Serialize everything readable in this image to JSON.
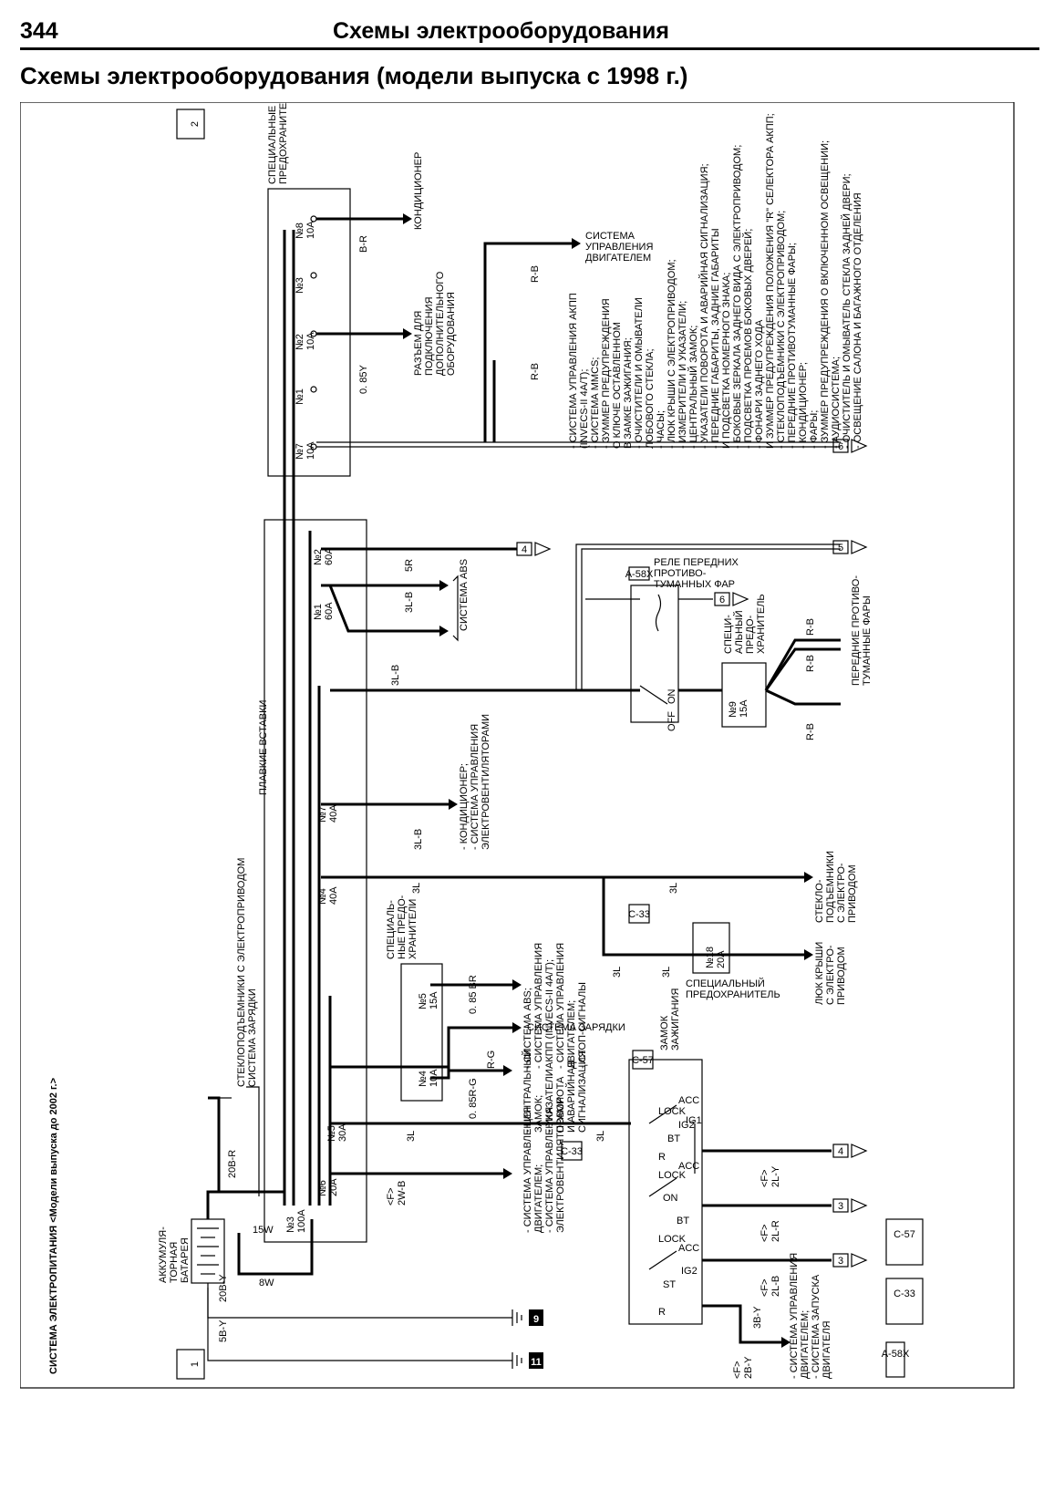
{
  "header": {
    "page_number": "344",
    "running_title": "Схемы электрооборудования"
  },
  "section_title": "Схемы электрооборудования (модели выпуска с 1998 г.)",
  "diagram": {
    "page_marker": "2",
    "start_marker": "1",
    "system_title": "СИСТЕМА ЭЛЕКТРОПИТАНИЯ <Модели выпуска до 2002 г.>",
    "battery_label": [
      "АККУМУЛЯ-",
      "ТОРНАЯ",
      "БАТАРЕЯ"
    ],
    "fusible_links_label": "ПЛАВКИЕ ВСТАВКИ",
    "special_fuses_top_label": [
      "СПЕЦИАЛЬНЫЕ",
      "ПРЕДОХРАНИТЕЛИ"
    ],
    "special_fuses_mid_label": [
      "СПЕЦИАЛЬ-",
      "НЫЕ ПРЕДО-",
      "ХРАНИТЕЛИ"
    ],
    "fog_fuse_label": [
      "СПЕЦИ-",
      "АЛЬНЫЙ",
      "ПРЕДО-",
      "ХРАНИТЕЛЬ"
    ],
    "fuse18_label": [
      "СПЕЦИАЛЬНЫЙ",
      "ПРЕДОХРАНИТЕЛЬ"
    ],
    "ignition_label": [
      "ЗАМОК",
      "ЗАЖИГАНИЯ"
    ],
    "fog_relay_label": [
      "РЕЛЕ ПЕРЕДНИХ",
      "ПРОТИВО-",
      "ТУМАННЫХ ФАР"
    ],
    "top_fuses": [
      {
        "num": "№8",
        "rating": "10A"
      },
      {
        "num": "№3",
        "rating": ""
      },
      {
        "num": "№2",
        "rating": "10A"
      },
      {
        "num": "№1",
        "rating": ""
      },
      {
        "num": "№7",
        "rating": "10A"
      }
    ],
    "links": [
      {
        "num": "№2",
        "rating": "60A"
      },
      {
        "num": "№1",
        "rating": "60A"
      },
      {
        "num": "№7",
        "rating": "40A"
      },
      {
        "num": "№4",
        "rating": "40A"
      },
      {
        "num": "№5",
        "rating": "30A"
      },
      {
        "num": "№6",
        "rating": "20A"
      },
      {
        "num": "№3",
        "rating": "100A"
      }
    ],
    "mid_fuses": [
      {
        "num": "№5",
        "rating": "15A"
      },
      {
        "num": "№4",
        "rating": "10A"
      }
    ],
    "fuse9": {
      "num": "№9",
      "rating": "15A"
    },
    "fuse18": {
      "num": "№18",
      "rating": "20A"
    },
    "wire_codes": [
      "B-R",
      "0. 85Y",
      "R-B",
      "R-B",
      "5R",
      "3L-B",
      "3L-B",
      "3L-B",
      "3L",
      "3L",
      "3L",
      "3L",
      "0. 85 BR",
      "R-G",
      "0. 85R-G",
      "3L",
      "3L",
      "2W-B",
      "20B-R",
      "15W",
      "8W",
      "5B-Y",
      "20B-Y",
      "3B-Y",
      "2B-Y",
      "2L-Y",
      "2L-R",
      "2L-B",
      "R-B",
      "R-B",
      "R-B"
    ],
    "wire_codes_named": {
      "ac": "B-R",
      "option": "0. 85Y",
      "engine_r": "R-B",
      "engine_l": "R-B",
      "link2": "5R",
      "abs_a": "3L-B",
      "abs_b": "3L-B",
      "link7": "3L-B",
      "link4": "3L",
      "win": "3L",
      "sun_a": "3L",
      "sun_b": "3L",
      "fuse5": "0. 85 BR",
      "charge": "R-G",
      "fuse4": "0. 85R-G",
      "ign_in_a": "3L",
      "ign_in_b": "3L",
      "link6": "2W-B",
      "battery_out": "20B-R",
      "link3_in": "15W",
      "battery_loop": "8W",
      "gnd_a": "5B-Y",
      "gnd_b": "20B-Y",
      "starter": "3B-Y",
      "starter_f": "2B-Y",
      "ig6": "2L-Y",
      "ig4": "2L-R",
      "ig2": "2L-B",
      "fog1": "R-B",
      "fog2": "R-B",
      "fog3": "R-B"
    },
    "harness_tag": "<F>",
    "connectors": [
      "A-58X",
      "C-33",
      "C-57"
    ],
    "ground_points": [
      "9",
      "11"
    ],
    "page_refs": [
      "4",
      "6",
      "5",
      "3"
    ],
    "switch_labels": [
      "LOCK",
      "ACC",
      "IG1",
      "IG2",
      "BT",
      "R",
      "ON",
      "OFF",
      "ST"
    ],
    "destinations": {
      "ac": "КОНДИЦИОНЕР",
      "option": [
        "РАЗЪЕМ ДЛЯ",
        "ПОДКЛЮЧЕНИЯ",
        "ДОПОЛНИТЕЛЬНОГО",
        "ОБОРУДОВАНИЯ"
      ],
      "engine": [
        "СИСТЕМА",
        "УПРАВЛЕНИЯ",
        "ДВИГАТЕЛЕМ"
      ],
      "fuse7_list": [
        "- СИСТЕМА УПРАВЛЕНИЯ АКПП",
        "(INVECS-II 4А/Т);",
        "- СИСТЕМА MMCS;",
        "- ЗУММЕР ПРЕДУПРЕЖДЕНИЯ",
        "О КЛЮЧЕ ОСТАВЛЕННОМ",
        "В ЗАМКЕ ЗАЖИГАНИЯ;",
        "- ОЧИСТИТЕЛИ И ОМЫВАТЕЛИ",
        "ЛОБОВОГО СТЕКЛА;",
        "- ЧАСЫ;",
        "- ЛЮК КРЫШИ С ЭЛЕКТРОПРИВОДОМ;",
        "- ИЗМЕРИТЕЛИ И УКАЗАТЕЛИ;",
        "- ЦЕНТРАЛЬНЫЙ ЗАМОК;",
        "- УКАЗАТЕЛИ ПОВОРОТА И АВАРИЙНАЯ СИГНАЛИЗАЦИЯ;",
        "- ПЕРЕДНИЕ ГАБАРИТЫ, ЗАДНИЕ ГАБАРИТЫ",
        "И ПОДСВЕТКА НОМЕРНОГО ЗНАКА;",
        "- БОКОВЫЕ ЗЕРКАЛА ЗАДНЕГО ВИДА С ЭЛЕКТРОПРИВОДОМ;",
        "- ПОДСВЕТКА ПРОЕМОВ БОКОВЫХ ДВЕРЕЙ;",
        "- ФОНАРИ ЗАДНЕГО ХОДА",
        "И ЗУММЕР ПРЕДУПРЕЖДЕНИЯ ПОЛОЖЕНИЯ \"R\" СЕЛЕКТОРА АКПП;",
        "- СТЕКЛОПОДЪЕМНИКИ С ЭЛЕКТРОПРИВОДОМ;",
        "- ПЕРЕДНИЕ ПРОТИВОТУМАННЫЕ ФАРЫ;",
        "- КОНДИЦИОНЕР;",
        "- ФАРЫ;",
        "- ЗУММЕР ПРЕДУПРЕЖДЕНИЯ О ВКЛЮЧЕННОМ ОСВЕЩЕНИИ;",
        "- АУДИОСИСТЕМА;",
        "- ОЧИСТИТЕЛЬ И ОМЫВАТЕЛЬ СТЕКЛА ЗАДНЕЙ ДВЕРИ;",
        "- ОСВЕЩЕНИЕ САЛОНА И БАГАЖНОГО ОТДЕЛЕНИЯ"
      ],
      "abs": "СИСТЕМА ABS",
      "fog_lamps": [
        "ПЕРЕДНИЕ ПРОТИВО-",
        "ТУМАННЫЕ ФАРЫ"
      ],
      "fan": [
        "- КОНДИЦИОНЕР;",
        "- СИСТЕМА УПРАВЛЕНИЯ",
        "ЭЛЕКТРОВЕНТИЛЯТОРАМИ"
      ],
      "windows": [
        "СТЕКЛО-",
        "ПОДЪЕМНИКИ",
        "С ЭЛЕКТРО-",
        "ПРИВОДОМ"
      ],
      "sunroof": [
        "ЛЮК КРЫШИ",
        "С ЭЛЕКТРО-",
        "ПРИВОДОМ"
      ],
      "fuse5_list": [
        "- СИСТЕМА ABS;",
        "- СИСТЕМА УПРАВЛЕНИЯ",
        "АКПП (INVECS-II 4А/Т);",
        "- СИСТЕМА УПРАВЛЕНИЯ",
        "ДВИГАТЕЛЕМ;",
        "- СТОП-СИГНАЛЫ"
      ],
      "charging": "СИСТЕМА ЗАРЯДКИ",
      "fuse4_list": [
        "- ЦЕНТРАЛЬНЫЙ",
        "ЗАМОК;",
        "- УКАЗАТЕЛИ",
        "ПОВОРОТА",
        "И АВАРИЙНАЯ",
        "СИГНАЛИЗАЦИЯ"
      ],
      "link6_list": [
        "- СИСТЕМА УПРАВЛЕНИЯ",
        "ДВИГАТЕЛЕМ;",
        "- СИСТЕМА УПРАВЛЕНИЯ",
        "ЭЛЕКТРОВЕНТИЛЯТОРАМИ"
      ],
      "battery_up": [
        "СТЕКЛОПОДЪЕМНИКИ С ЭЛЕКТРОПРИВОДОМ",
        "СИСТЕМА ЗАРЯДКИ"
      ],
      "starter_list": [
        "- СИСТЕМА УПРАВЛЕНИЯ",
        "ДВИГАТЕЛЕМ;",
        "- СИСТЕМА ЗАПУСКА",
        "ДВИГАТЕЛЯ"
      ]
    }
  }
}
